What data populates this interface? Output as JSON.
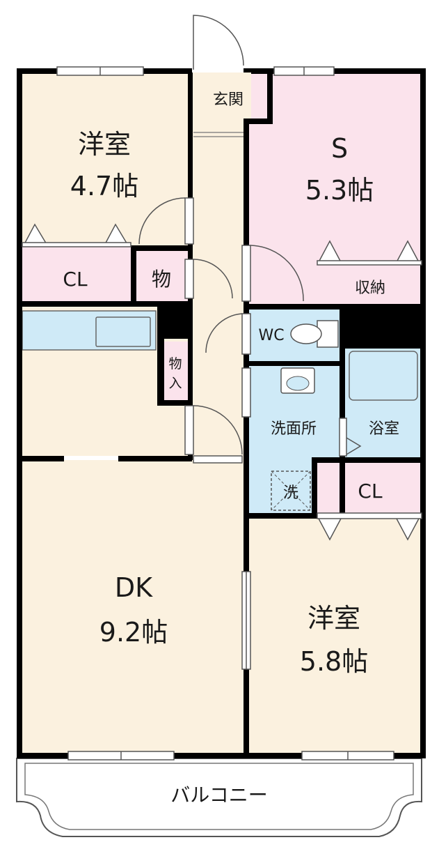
{
  "colors": {
    "beige": "#fbf1df",
    "pink": "#fbe3ec",
    "blue": "#cfeaf7",
    "wall": "#000000",
    "balcony": "#ffffff"
  },
  "rooms": {
    "genkan": "玄関",
    "yoshitsu1_name": "洋室",
    "yoshitsu1_size": "4.7帖",
    "cl1": "CL",
    "mono1": "物",
    "mono2_a": "物",
    "mono2_b": "入",
    "s_name": "S",
    "s_size": "5.3帖",
    "shuno": "収納",
    "wc": "WC",
    "senmenjo": "洗面所",
    "yokushitsu": "浴室",
    "sentaku": "洗",
    "cl2": "CL",
    "dk_name": "DK",
    "dk_size": "9.2帖",
    "yoshitsu2_name": "洋室",
    "yoshitsu2_size": "5.8帖",
    "balcony": "バルコニー"
  }
}
